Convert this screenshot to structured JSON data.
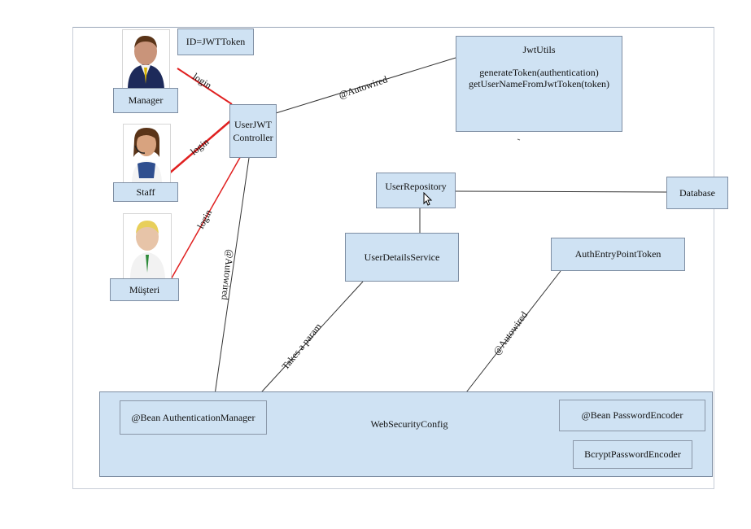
{
  "diagram": {
    "id_label": "ID=JWTToken",
    "actors": [
      {
        "name": "Manager"
      },
      {
        "name": "Staff"
      },
      {
        "name": "Müşteri"
      }
    ],
    "controller": "UserJWT\nController",
    "jwt_utils": {
      "title": "JwtUtils",
      "method1": "generateToken(authentication)",
      "method2": "getUserNameFromJwtToken(token)"
    },
    "user_repository": "UserRepository",
    "database": "Database",
    "user_details_service": "UserDetailsService",
    "auth_entry_point": "AuthEntryPointToken",
    "web_security_config": {
      "title": "WebSecurityConfig",
      "auth_manager": "@Bean AuthenticationManager",
      "password_encoder": "@Bean PasswordEncoder",
      "bcrypt": "BcryptPasswordEncoder"
    },
    "edge_labels": {
      "login1": "login",
      "login2": "login",
      "login3": "login",
      "autowired_jwt": "@Autowired",
      "autowired_auth_manager": "@Autowired",
      "takes_a_param": "Takes a param",
      "autowired_entry": "@Autowired"
    },
    "colors": {
      "box_fill": "#cfe2f3",
      "login_edge": "#e02020",
      "edge": "#333333"
    }
  }
}
